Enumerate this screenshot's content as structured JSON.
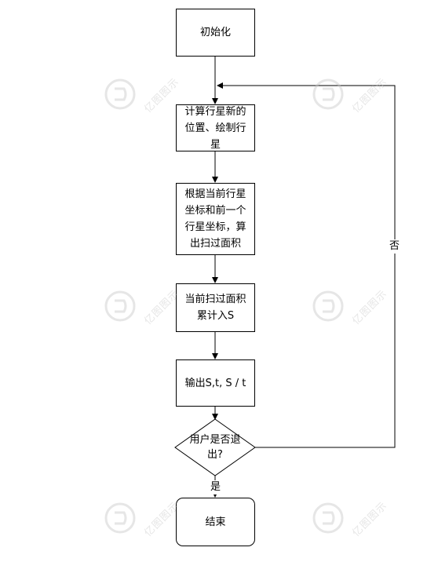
{
  "nodes": {
    "init": "初始化",
    "compute_position": "计算行星新的位置、绘制行星",
    "sweep_area": "根据当前行星坐标和前一个行星坐标，算出扫过面积",
    "accumulate": "当前扫过面积累计入S",
    "output": "输出S,t, S / t",
    "decision": "用户是否退出?",
    "end": "结束"
  },
  "edges": {
    "no_label": "否",
    "yes_label": "是"
  },
  "watermark": "亿图图示",
  "colors": {
    "stroke": "#000000",
    "watermark": "#c8c8c8"
  }
}
